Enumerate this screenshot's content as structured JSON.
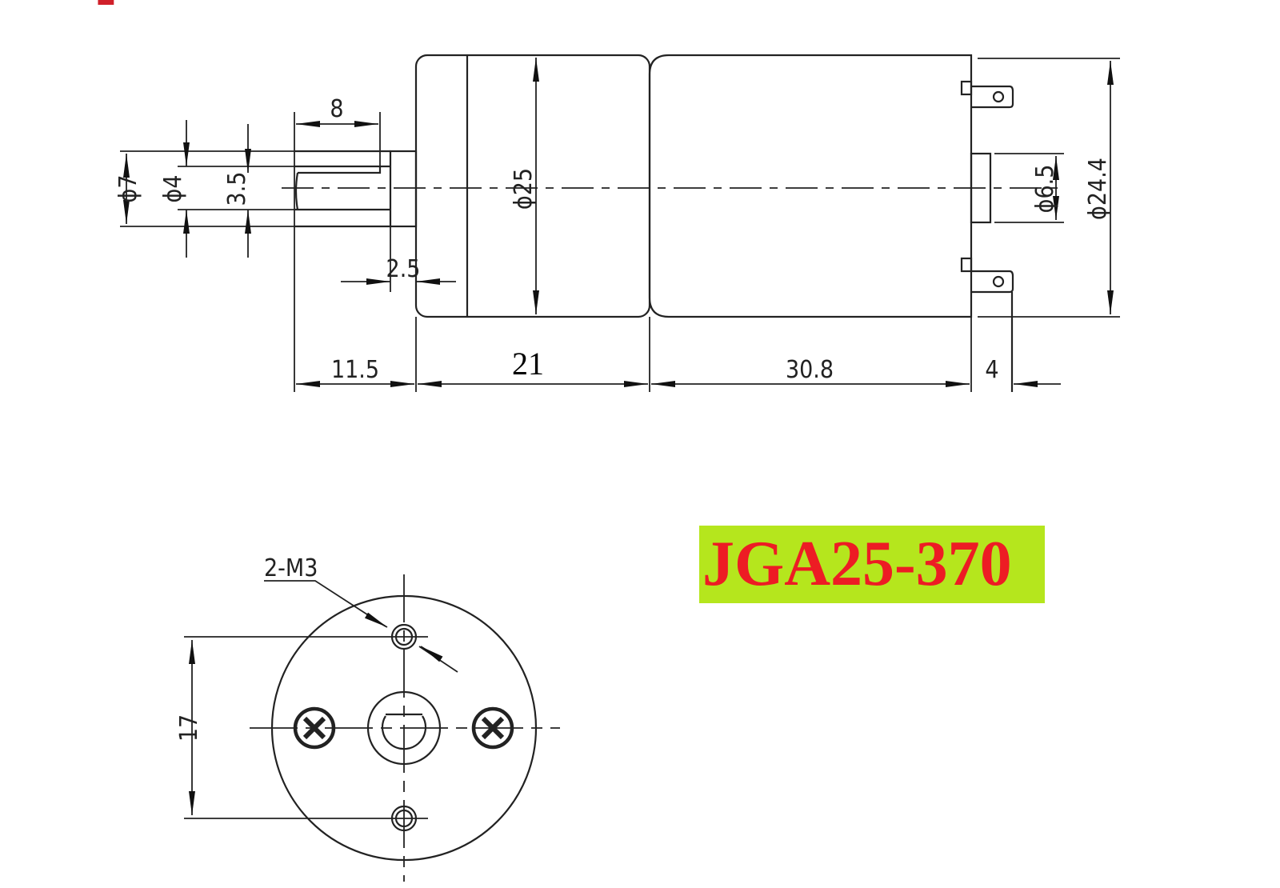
{
  "header": {
    "clipped_text_visible": true,
    "color": "#d0202a"
  },
  "model_label": {
    "text": "JGA25-370",
    "text_color": "#ed1c24",
    "background": "#b5e61d"
  },
  "side_view": {
    "dimensions": {
      "shaft_dia": "ϕ7",
      "d_shaft_dia": "ϕ4",
      "d_flat": "3.5",
      "flat_length": "8",
      "collar_thickness": "2.5",
      "gearbox_dia": "ϕ25",
      "motor_boss_dia": "ϕ6.5",
      "motor_dia": "ϕ24.4",
      "shaft_length": "11.5",
      "gearbox_length": "21",
      "motor_length": "30.8",
      "terminal_length": "4"
    }
  },
  "front_view": {
    "dimensions": {
      "hole_spacing": "17",
      "mount_holes": "2-M3"
    }
  }
}
